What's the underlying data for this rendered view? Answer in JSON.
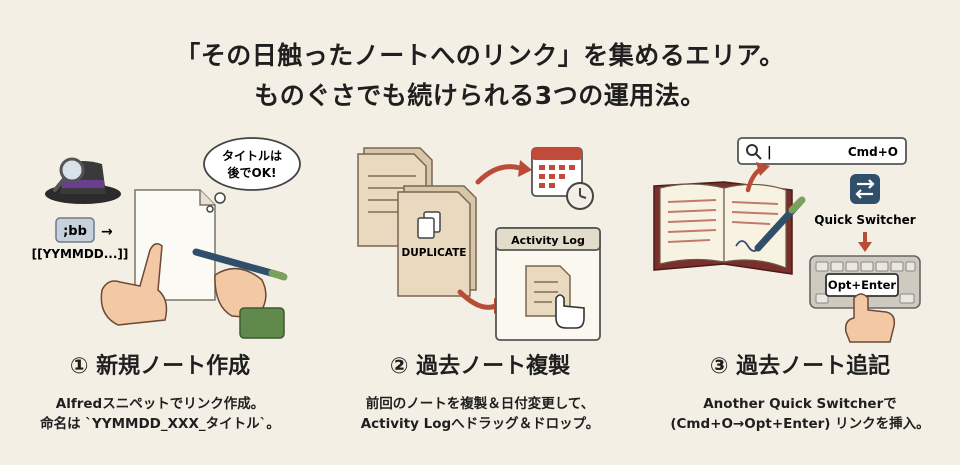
{
  "heading": {
    "line1": "「その日触ったノートへのリンク」を集めるエリア。",
    "line2": "ものぐさでも続けられる3つの運用法。"
  },
  "steps": [
    {
      "title": "① 新規ノート作成",
      "desc1": "Alfredスニペットでリンク作成。",
      "desc2": "命名は `YYMMDD_XXX_タイトル`。",
      "snippet_key": ";bb",
      "arrow": "→",
      "snippet_output": "[[YYMMDD...]]",
      "bubble_line1": "タイトルは",
      "bubble_line2": "後でOK!"
    },
    {
      "title": "② 過去ノート複製",
      "desc1": "前回のノートを複製＆日付変更して、",
      "desc2": "Activity Logへドラッグ＆ドロップ。",
      "duplicate_label": "DUPLICATE",
      "activity_log_label": "Activity Log"
    },
    {
      "title": "③ 過去ノート追記",
      "desc1": "Another Quick Switcherで",
      "desc2": "(Cmd+O→Opt+Enter) リンクを挿入。",
      "search_cursor": "|",
      "search_shortcut": "Cmd+O",
      "switcher_label": "Quick Switcher",
      "key_label": "Opt+Enter"
    }
  ]
}
